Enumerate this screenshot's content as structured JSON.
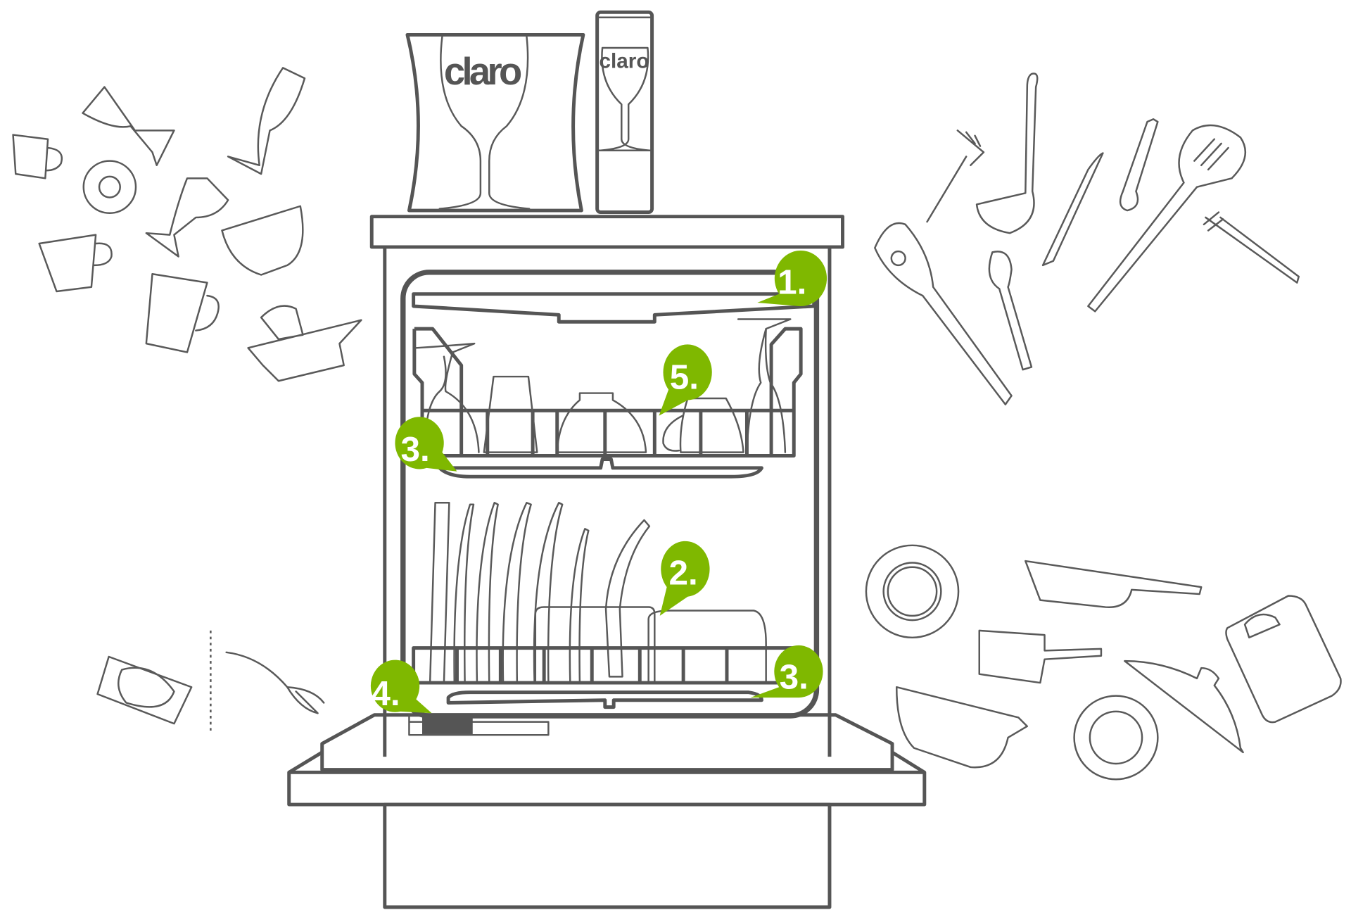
{
  "products": {
    "box_logo": "claro",
    "tube_logo": "claro"
  },
  "markers": [
    {
      "id": "1",
      "label": "1."
    },
    {
      "id": "2",
      "label": "2."
    },
    {
      "id": "3a",
      "label": "3."
    },
    {
      "id": "3b",
      "label": "3."
    },
    {
      "id": "4",
      "label": "4."
    },
    {
      "id": "5",
      "label": "5."
    }
  ],
  "colors": {
    "marker": "#7fb800",
    "line": "#555555"
  }
}
